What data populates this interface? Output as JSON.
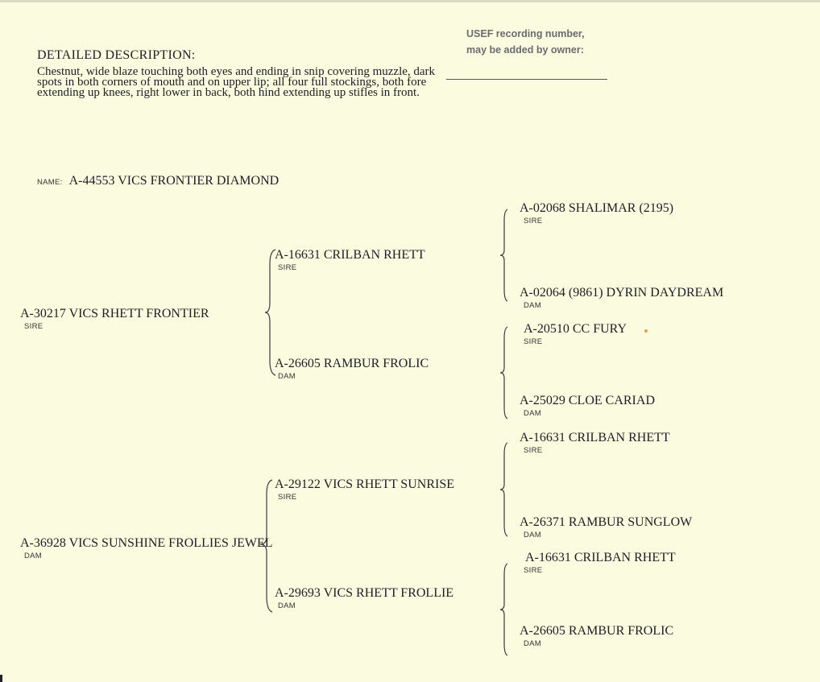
{
  "description": {
    "title": "DETAILED DESCRIPTION:",
    "text": "Chestnut, wide blaze touching both eyes and ending in snip covering muzzle, dark spots in both corners of mouth and on upper lip; all four full stockings, both fore extending up knees, right lower in back, both hind extending up stifles in front."
  },
  "usef": {
    "line1": "USEF recording number,",
    "line2": "may be added by owner:"
  },
  "horse": {
    "name_label": "NAME:",
    "name": "A-44553 VICS FRONTIER DIAMOND"
  },
  "pedigree": {
    "gen1": [
      {
        "text": "A-30217  VICS RHETT FRONTIER",
        "role": "SIRE"
      },
      {
        "text": "A-36928  VICS SUNSHINE FROLLIES JEWEL",
        "role": "DAM"
      }
    ],
    "gen2": [
      {
        "text": "A-16631  CRILBAN RHETT",
        "role": "SIRE"
      },
      {
        "text": "A-26605  RAMBUR FROLIC",
        "role": "DAM"
      },
      {
        "text": "A-29122  VICS RHETT SUNRISE",
        "role": "SIRE"
      },
      {
        "text": "A-29693  VICS RHETT FROLLIE",
        "role": "DAM"
      }
    ],
    "gen3": [
      {
        "text": "A-02068  SHALIMAR (2195)",
        "role": "SIRE"
      },
      {
        "text": "A-02064  (9861) DYRIN DAYDREAM",
        "role": "DAM"
      },
      {
        "text": "A-20510  CC FURY",
        "role": "SIRE"
      },
      {
        "text": "A-25029  CLOE CARIAD",
        "role": "DAM"
      },
      {
        "text": "A-16631  CRILBAN RHETT",
        "role": "SIRE"
      },
      {
        "text": "A-26371  RAMBUR SUNGLOW",
        "role": "DAM"
      },
      {
        "text": "A-16631  CRILBAN RHETT",
        "role": "SIRE"
      },
      {
        "text": "A-26605  RAMBUR FROLIC",
        "role": "DAM"
      }
    ]
  }
}
